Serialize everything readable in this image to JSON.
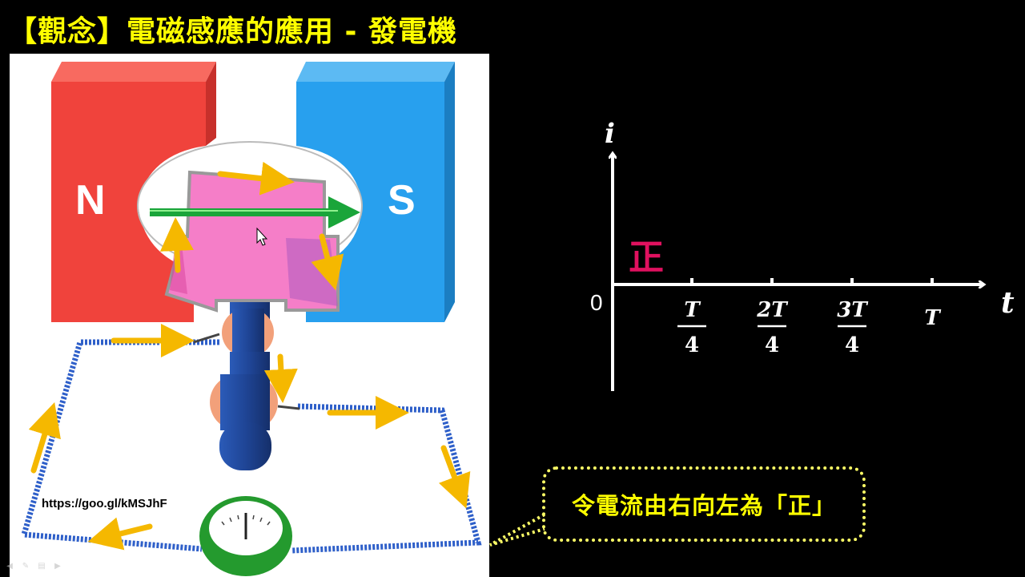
{
  "title": "【觀念】電磁感應的應用 - 發電機",
  "figure": {
    "magnet_north_label": "N",
    "magnet_south_label": "S",
    "url": "https://goo.gl/kMSJhF",
    "colors": {
      "north_magnet": "#f0433c",
      "south_magnet": "#28a0ee",
      "coil": "#f57ec8",
      "current_arrow": "#f5b800",
      "field_arrow": "#1aa53a",
      "brush_ring": "#f2a07a",
      "shaft": "#1f4596",
      "meter": "#249a2e",
      "wire": "#2e5fc9"
    }
  },
  "graph": {
    "y_axis_label": "i",
    "x_axis_label": "t",
    "origin_label": "0",
    "positive_label": "正",
    "ticks": [
      {
        "num": "T",
        "den": "4"
      },
      {
        "num": "2T",
        "den": "4"
      },
      {
        "num": "3T",
        "den": "4"
      },
      {
        "num": "T",
        "den": ""
      }
    ],
    "colors": {
      "axis": "#ffffff",
      "positive": "#e0115f"
    }
  },
  "callout": {
    "text": "令電流由右向左為「正」",
    "color": "#ffff00"
  },
  "nav": {
    "icons": [
      "prev-icon",
      "pen-icon",
      "menu-icon",
      "next-icon"
    ]
  }
}
